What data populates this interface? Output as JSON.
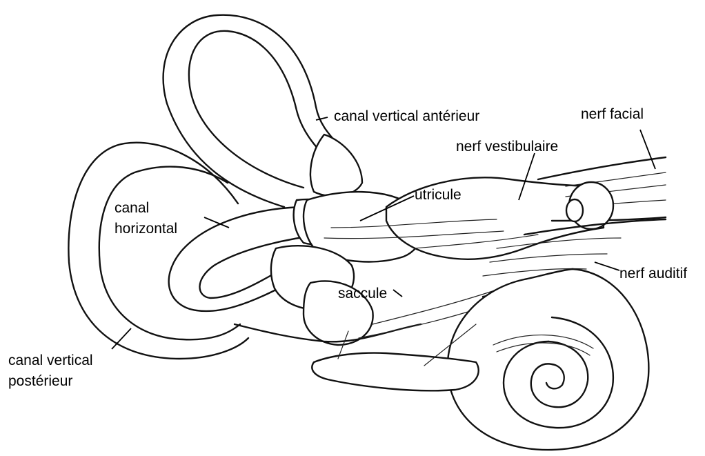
{
  "labels": {
    "canal_vertical_anterieur": "canal vertical antérieur",
    "nerf_facial": "nerf facial",
    "nerf_vestibulaire": "nerf vestibulaire",
    "utricule": "utricule",
    "canal_horizontal_line1": "canal",
    "canal_horizontal_line2": "horizontal",
    "nerf_auditif": "nerf auditif",
    "saccule": "saccule",
    "canal_vertical_posterieur_line1": "canal vertical",
    "canal_vertical_posterieur_line2": "postérieur"
  }
}
